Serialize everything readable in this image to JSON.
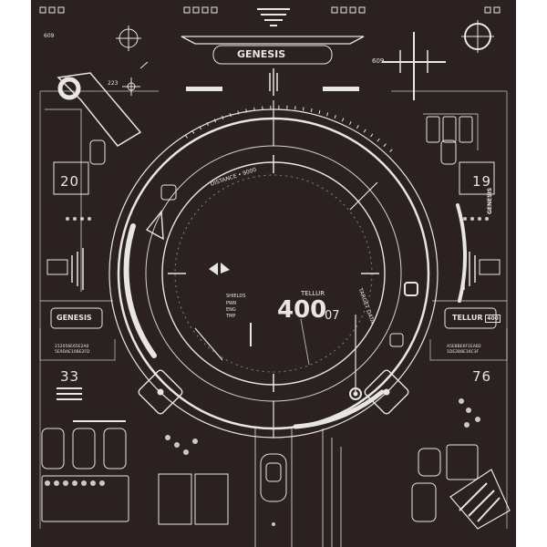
{
  "brand_top": "GENESIS",
  "brand_left": "GENESIS",
  "brand_right": "TELLUR",
  "brand_right_tag": "400",
  "brand_vertical": "GENESIS",
  "readout_center_label": "TELLUR",
  "readout_center_value": "400",
  "readout_center_sub": "07",
  "counter_tl": "20",
  "counter_tr": "19",
  "counter_bl": "33",
  "counter_br": "76",
  "tag_top_left": "609",
  "tag_top_right": "609",
  "tag_small": "223",
  "arc_label_distance": "DISTANCE • 9000",
  "arc_label_target": "TARGET DATA",
  "hud_label": "SHIELDS",
  "hud_rows": [
    "PWR",
    "ENG",
    "TMP"
  ],
  "hex_left": "212056E65E2A0\n5E9DAE10BE2FD",
  "hex_right": "A5E8BE6F1EAB2\n1DE2B8E16C3F"
}
